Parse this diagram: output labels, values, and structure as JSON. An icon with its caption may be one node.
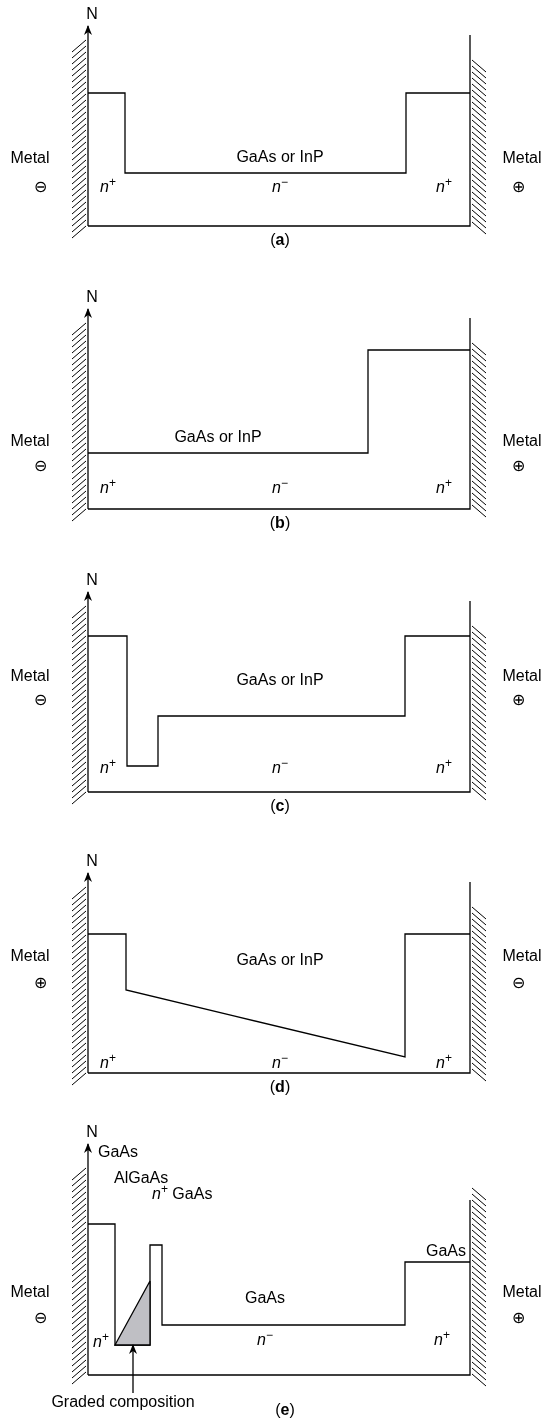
{
  "diagram": {
    "nodes": [
      {
        "text": [],
        "shape": "triangle"
      },
      {
        "text": [
          "Graded composition"
        ]
      }
    ],
    "edges": [
      {
        "from": 1,
        "to": 0,
        "arrow": "to"
      }
    ],
    "labels": [
      "N",
      "Metal",
      "GaAs or InP",
      "Metal",
      "⊖",
      "*n*$^{+}$",
      "*n*$^{−}$",
      "*n*$^{+}$",
      "⊕",
      "(**a**)",
      "N",
      "Metal",
      "GaAs or InP",
      "Metal",
      "⊖",
      "⊕",
      "*n*$^{+}$",
      "*n*$^{−}$",
      "*n*$^{+}$",
      "(**b**)",
      "N",
      "Metal",
      "GaAs or InP",
      "Metal",
      "⊖",
      "⊕",
      "*n*$^{+}$",
      "*n*$^{−}$",
      "*n*$^{+}$",
      "(**c**)",
      "N",
      "Metal",
      "GaAs or InP",
      "Metal",
      "⊕",
      "⊖",
      "*n*$^{+}$",
      "*n*$^{−}$",
      "*n*$^{+}$",
      "(**d**)",
      "N",
      "GaAs",
      "AlGaAs",
      "*n*$^{+}$ GaAs",
      "GaAs",
      "Metal",
      "GaAs",
      "Metal",
      "⊖",
      "⊕",
      "*n*$^{+}$",
      "*n*$^{−}$",
      "*n*$^{+}$",
      "(**e**)"
    ]
  }
}
